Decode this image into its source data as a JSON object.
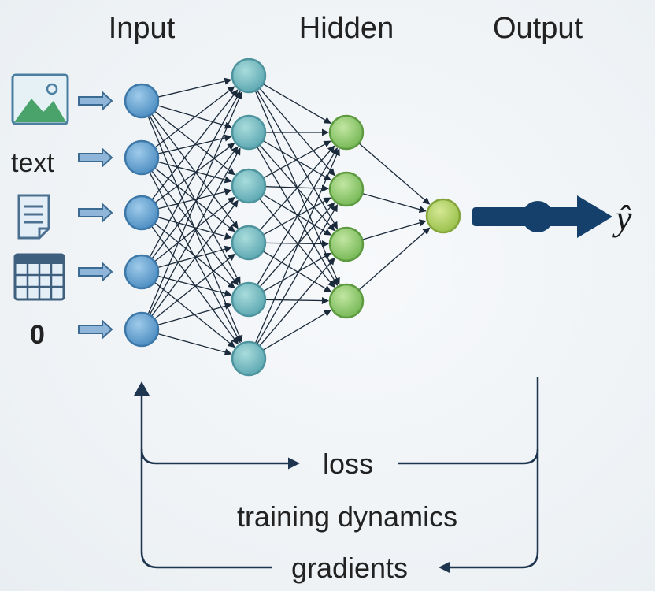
{
  "layers": {
    "input": "Input",
    "hidden": "Hidden",
    "output": "Output"
  },
  "inputs": {
    "image_icon": "image-icon",
    "text_label": "text",
    "document_icon": "document-icon",
    "table_icon": "table-icon",
    "zero_label": "0"
  },
  "output_symbol": "ŷ",
  "feedback": {
    "loss": "loss",
    "training_dynamics": "training dynamics",
    "gradients": "gradients"
  },
  "colors": {
    "input_node": "#6aa9d6",
    "hidden1_node": "#7fc3c9",
    "hidden2_node": "#9acf7a",
    "output_node": "#b5d66a",
    "output_arrow": "#14406b",
    "feedback_line": "#1e3550"
  }
}
